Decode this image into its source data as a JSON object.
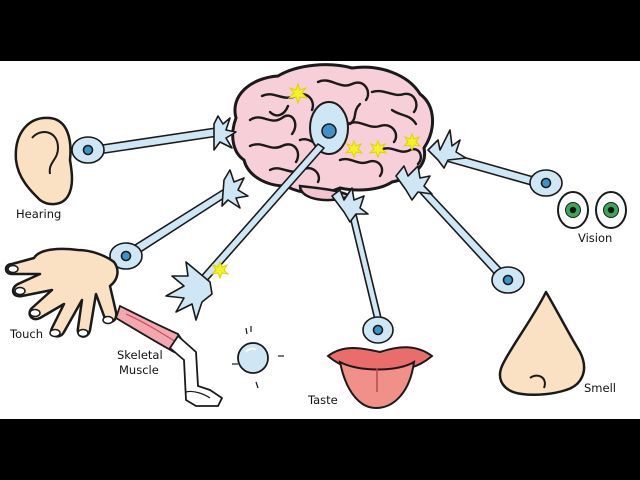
{
  "labels": {
    "hearing": "Hearing",
    "vision": "Vision",
    "touch": "Touch",
    "skeletal_line1": "Skeletal",
    "skeletal_line2": "Muscle",
    "taste": "Taste",
    "smell": "Smell"
  },
  "colors": {
    "neuron_fill": "#cfe6f4",
    "neuron_nucleus": "#3d93c8",
    "brain_fill": "#f6cfd8",
    "skin": "#fbe1c4",
    "eye_iris": "#3aa65a",
    "lips": "#ea6d6b",
    "tongue": "#f09089",
    "signal": "#f2f228"
  }
}
